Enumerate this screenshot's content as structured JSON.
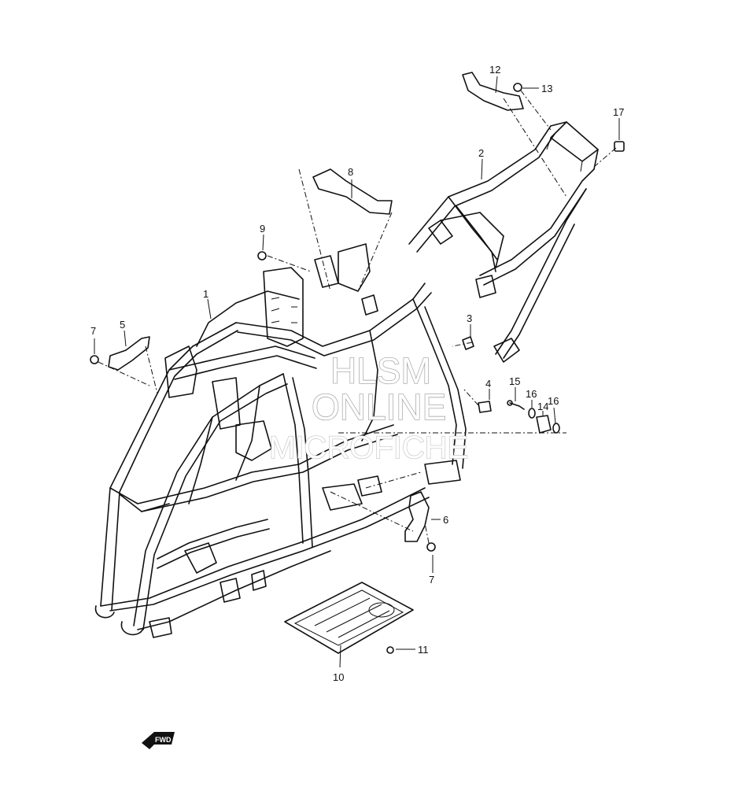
{
  "callouts": [
    {
      "id": "c1",
      "label": "1"
    },
    {
      "id": "c2",
      "label": "2"
    },
    {
      "id": "c3",
      "label": "3"
    },
    {
      "id": "c4",
      "label": "4"
    },
    {
      "id": "c5",
      "label": "5"
    },
    {
      "id": "c6",
      "label": "6"
    },
    {
      "id": "c7a",
      "label": "7"
    },
    {
      "id": "c7b",
      "label": "7"
    },
    {
      "id": "c8",
      "label": "8"
    },
    {
      "id": "c9",
      "label": "9"
    },
    {
      "id": "c10",
      "label": "10"
    },
    {
      "id": "c11",
      "label": "11"
    },
    {
      "id": "c12",
      "label": "12"
    },
    {
      "id": "c13",
      "label": "13"
    },
    {
      "id": "c14",
      "label": "14"
    },
    {
      "id": "c15",
      "label": "15"
    },
    {
      "id": "c16a",
      "label": "16"
    },
    {
      "id": "c16b",
      "label": "16"
    },
    {
      "id": "c17",
      "label": "17"
    }
  ],
  "watermark": {
    "line1": "HLSM",
    "line2": "ONLINE",
    "line3": "MICROFICHE"
  },
  "forward_marker": "FWD"
}
